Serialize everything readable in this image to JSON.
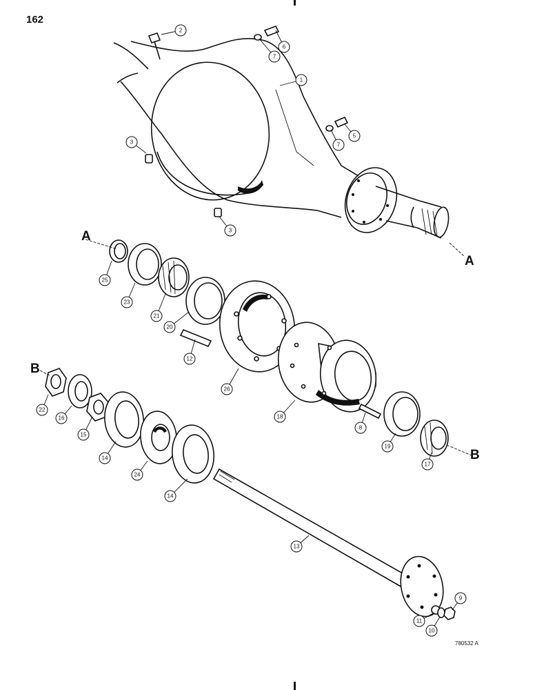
{
  "page_number": "162",
  "figure_id": "780532 A",
  "section_marks": {
    "a_upper": "A",
    "a_right": "A",
    "b_left": "B",
    "b_right": "B"
  },
  "callouts": [
    {
      "id": "c1",
      "label": "1"
    },
    {
      "id": "c2",
      "label": "2"
    },
    {
      "id": "c3a",
      "label": "3"
    },
    {
      "id": "c3b",
      "label": "3"
    },
    {
      "id": "c5",
      "label": "5"
    },
    {
      "id": "c6",
      "label": "6"
    },
    {
      "id": "c7a",
      "label": "7"
    },
    {
      "id": "c7b",
      "label": "7"
    },
    {
      "id": "c8",
      "label": "8"
    },
    {
      "id": "c9",
      "label": "9"
    },
    {
      "id": "c10",
      "label": "10"
    },
    {
      "id": "c11",
      "label": "11"
    },
    {
      "id": "c12",
      "label": "12"
    },
    {
      "id": "c13",
      "label": "13"
    },
    {
      "id": "c14a",
      "label": "14"
    },
    {
      "id": "c14b",
      "label": "14"
    },
    {
      "id": "c15",
      "label": "15"
    },
    {
      "id": "c16",
      "label": "16"
    },
    {
      "id": "c17",
      "label": "17"
    },
    {
      "id": "c18",
      "label": "18"
    },
    {
      "id": "c19",
      "label": "19"
    },
    {
      "id": "c20",
      "label": "20"
    },
    {
      "id": "c21",
      "label": "21"
    },
    {
      "id": "c22",
      "label": "22"
    },
    {
      "id": "c23",
      "label": "23"
    },
    {
      "id": "c24",
      "label": "24"
    },
    {
      "id": "c25",
      "label": "25"
    },
    {
      "id": "c26",
      "label": "26"
    }
  ]
}
